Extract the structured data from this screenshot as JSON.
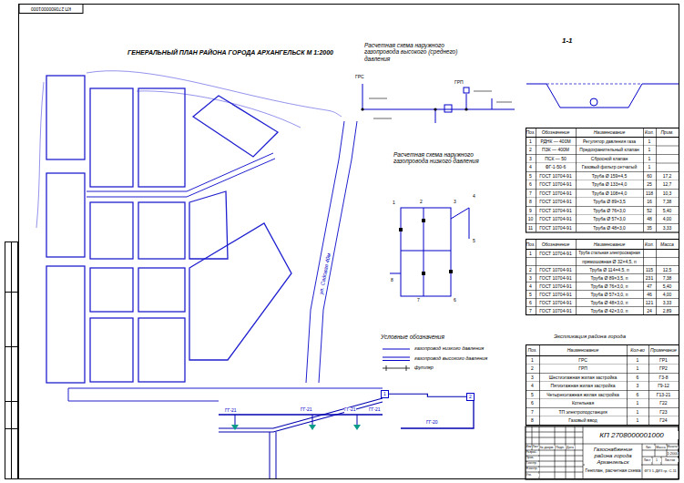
{
  "diagram": {
    "title": "ГЕНЕРАЛЬНЫЙ ПЛАН РАЙОНА ГОРОДА АРХАНГЕЛЬСК М 1:2000",
    "nodes": [
      {
        "text": [
          "1"
        ]
      },
      {
        "text": [
          "2"
        ]
      }
    ],
    "edges": [
      {
        "from": 0,
        "to": 1,
        "arrow": "none"
      }
    ],
    "labels": [
      "КП 2708000001000",
      "Расчетная схема наружного газопровода высокого (среднего) давления",
      "Расчетная схема наружного газопровода низкого давления",
      "1-1",
      "Условные обозначения",
      "ул. Садовая 40м",
      "ГГ-21",
      "ГГ-21",
      "ГГ-21",
      "ГГ-21",
      "ГГ-20",
      "1",
      "2",
      "3",
      "4",
      "5",
      "6",
      "7",
      "8",
      "ГРС",
      "ГРП",
      "Экспликация района города",
      "Поз.",
      "Обозначение",
      "Наименование",
      "Кол.",
      "Прим.",
      "1",
      "РДНК — 400М",
      "Регулятор давления газа",
      "1",
      "2",
      "ПЗК — 400М",
      "Предохранительный клапан",
      "1",
      "3",
      "ПСК — 50",
      "Сбросной клапан",
      "1",
      "4",
      "ФГ-1-50-6",
      "Газовый фильтр сетчатый",
      "1",
      "5",
      "ГОСТ 10704-91",
      "Труба Ø 159×4,5",
      "60",
      "17,2",
      "6",
      "ГОСТ 10704-91",
      "Труба Ø 133×4,0",
      "25",
      "12,7",
      "7",
      "ГОСТ 10704-91",
      "Труба Ø 108×4,0",
      "118",
      "10,3",
      "8",
      "ГОСТ 10704-91",
      "Труба Ø 89×3,5",
      "16",
      "7,38",
      "9",
      "ГОСТ 10704-91",
      "Труба Ø 76×3,0",
      "52",
      "5,40",
      "10",
      "ГОСТ 10704-91",
      "Труба Ø 57×3,0",
      "48",
      "4,00",
      "11",
      "ГОСТ 10704-91",
      "Труба Ø 48×3,0",
      "35",
      "3,33",
      "Поз.",
      "Обозначение",
      "Наименование",
      "Кол.",
      "Масса",
      "1",
      "ГОСТ 10704-91",
      "Труба стальная электросварная",
      "прямошовная Ø 32×4,5, п",
      "2",
      "ГОСТ 10704-91",
      "Труба Ø 114×4,5, п",
      "115",
      "12,5",
      "3",
      "ГОСТ 10704-91",
      "Труба Ø 89×3,5, п",
      "231",
      "7,38",
      "4",
      "ГОСТ 10704-91",
      "Труба Ø 76×3,0, п",
      "47",
      "5,40",
      "5",
      "ГОСТ 10704-91",
      "Труба Ø 57×3,0, п",
      "46",
      "4,00",
      "6",
      "ГОСТ 10704-91",
      "Труба Ø 48×3,0, п",
      "121",
      "3,33",
      "7",
      "ГОСТ 10704-91",
      "Труба Ø 42×3,0, п",
      "24",
      "2,89",
      "Поз.",
      "Наименование",
      "Кол-во",
      "Примечание",
      "1",
      "ГРС",
      "1",
      "ГР1",
      "2",
      "ГРП",
      "1",
      "ГР2",
      "3",
      "Шестиэтажная жилая застройка",
      "6",
      "Г3-8",
      "4",
      "Пятиэтажная жилая застройка",
      "3",
      "Г9-12",
      "5",
      "Четырехэтажная жилая застройка",
      "6",
      "Г13-21",
      "6",
      "Котельная",
      "1",
      "Г22",
      "7",
      "ТП электроподстанция",
      "1",
      "Г23",
      "8",
      "Газовый ввод",
      "1",
      "Г24",
      "КП 2708000001000",
      "Газоснабжение района города Архангельск",
      "Генплан, расчетная схема",
      "ФГЗ 1-ДИЗ гр. С-11",
      "Изм.",
      "Лист",
      "№ докум.",
      "Подп.",
      "Дата",
      "Разраб.",
      "Пров.",
      "Т.контр.",
      "Н.контр.",
      "Утв.",
      "Лит.",
      "Масса",
      "Масштаб",
      "1:2000",
      "Лист",
      "Листов",
      "1"
    ],
    "legend": [
      {
        "text": "газопровод низкого давления"
      },
      {
        "text": "газопровод высокого давления"
      },
      {
        "text": "футляр"
      }
    ]
  }
}
